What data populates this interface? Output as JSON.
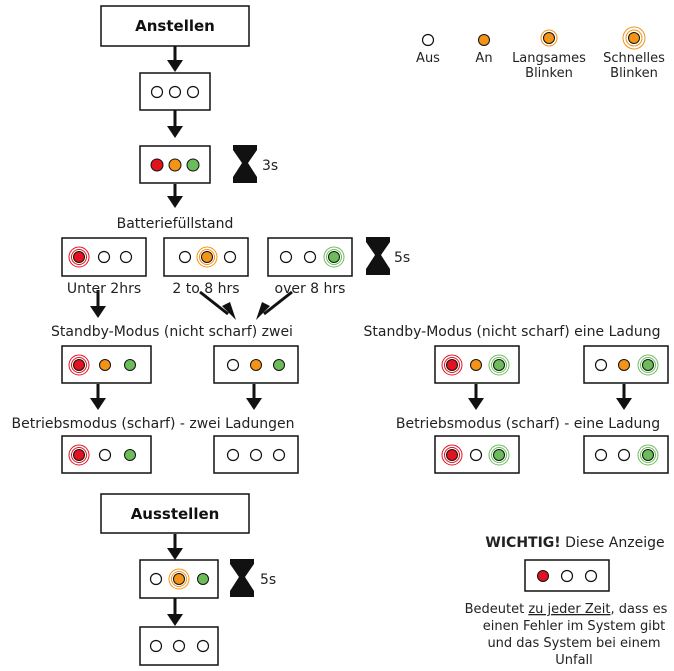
{
  "colors": {
    "red": "#e2121f",
    "orange": "#f39317",
    "green": "#6cbd5a",
    "stroke": "#111111"
  },
  "buttons": {
    "power_on": "Anstellen",
    "power_off": "Ausstellen"
  },
  "legend": {
    "off": "Aus",
    "on": "An",
    "slow_line1": "Langsames",
    "slow_line2": "Blinken",
    "fast_line1": "Schnelles",
    "fast_line2": "Blinken"
  },
  "timers": {
    "t1": "3s",
    "t2": "5s",
    "t3": "5s"
  },
  "labels": {
    "battery": "Batteriefüllstand",
    "under": "Unter 2hrs",
    "mid": "2 to 8 hrs",
    "over": "over 8 hrs",
    "standby_two": "Standby-Modus (nicht scharf) zwei",
    "standby_one": "Standby-Modus (nicht scharf) eine Ladung",
    "operate_two": "Betriebsmodus (scharf) - zwei Ladungen",
    "operate_one": "Betriebsmodus (scharf) - eine Ladung"
  },
  "note": {
    "important": "WICHTIG!",
    "important_rest": " Diese Anzeige",
    "line1_pre": "Bedeutet ",
    "line1_underlined": "zu jeder Zeit",
    "line1_post": ", dass es",
    "line2": "einen Fehler im System gibt",
    "line3": "und das System bei einem",
    "line4": "Unfall"
  }
}
